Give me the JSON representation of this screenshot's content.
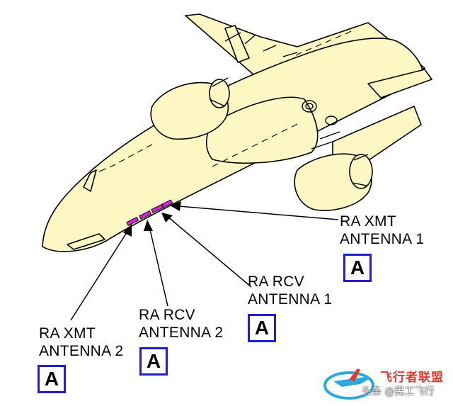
{
  "callouts": [
    {
      "label_line1": "RA XMT",
      "label_line2": "ANTENNA 1",
      "view": "A"
    },
    {
      "label_line1": "RA RCV",
      "label_line2": "ANTENNA 1",
      "view": "A"
    },
    {
      "label_line1": "RA RCV",
      "label_line2": "ANTENNA 2",
      "view": "A"
    },
    {
      "label_line1": "RA XMT",
      "label_line2": "ANTENNA 2",
      "view": "A"
    }
  ],
  "watermark": {
    "title": "飞行者联盟",
    "subtitle": "头条 @民工飞行"
  },
  "colors": {
    "fuselage": "#fcf7c3",
    "antenna": "#e020e0",
    "badge_border": "#1f1fd0",
    "outline": "#000000"
  }
}
